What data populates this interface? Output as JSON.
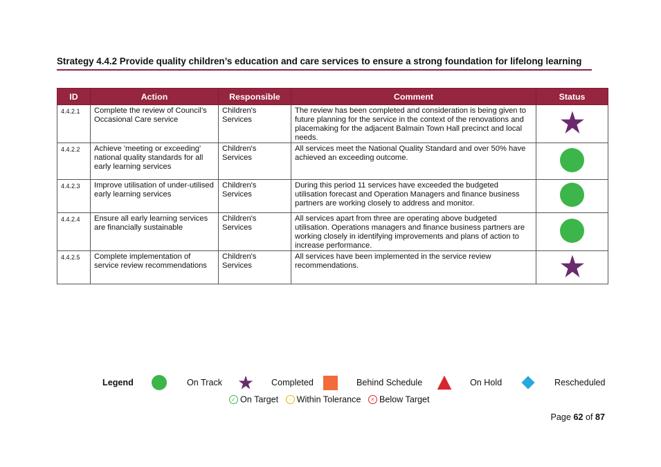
{
  "heading": "Strategy 4.4.2 Provide quality children’s education and care services to ensure a strong foundation for lifelong learning",
  "colors": {
    "header": "#96253f",
    "on_track": "#3cb54a",
    "completed": "#6b2a6b",
    "behind": "#f26b3a",
    "on_hold": "#d7262d",
    "rescheduled": "#29a8e0"
  },
  "table": {
    "headers": {
      "id": "ID",
      "action": "Action",
      "responsible": "Responsible",
      "comment": "Comment",
      "status": "Status"
    },
    "rows": [
      {
        "id": "4.4.2.1",
        "action": "Complete the review of Council’s Occasional Care service",
        "responsible": "Children's Services",
        "comment": "The review has been completed and consideration is being given to future planning for the service in the context of the renovations and placemaking for the adjacent Balmain Town Hall precinct and local needs.",
        "status": "completed-star-icon"
      },
      {
        "id": "4.4.2.2",
        "action": "Achieve 'meeting or exceeding' national quality standards for all early learning services",
        "responsible": "Children's Services",
        "comment": "All services meet the National Quality Standard and over 50% have achieved an exceeding outcome.",
        "status": "on-track-circle-icon"
      },
      {
        "id": "4.4.2.3",
        "action": "Improve utilisation of under-utilised early learning services",
        "responsible": "Children's Services",
        "comment": "During this period 11 services have exceeded the budgeted utilisation forecast and Operation Managers and finance business partners are working closely to address and monitor.",
        "status": "on-track-circle-icon"
      },
      {
        "id": "4.4.2.4",
        "action": "Ensure all early learning services are financially sustainable",
        "responsible": "Children's Services",
        "comment": "All services apart from three are operating above budgeted utilisation. Operations managers and finance business partners are working closely in identifying improvements and plans of action to increase performance.",
        "status": "on-track-circle-icon"
      },
      {
        "id": "4.4.2.5",
        "action": "Complete implementation of service review recommendations",
        "responsible": "Children's Services",
        "comment": "All services have been implemented in the service review recommendations.",
        "status": "completed-star-icon"
      }
    ]
  },
  "legend": {
    "title": "Legend",
    "on_track": "On Track",
    "completed": "Completed",
    "behind_schedule": "Behind Schedule",
    "on_hold": "On Hold",
    "rescheduled": "Rescheduled",
    "on_target": "On Target",
    "within_tolerance": "Within Tolerance",
    "below_target": "Below Target"
  },
  "page": {
    "prefix": "Page",
    "current": "62",
    "of": "of",
    "total": "87"
  }
}
